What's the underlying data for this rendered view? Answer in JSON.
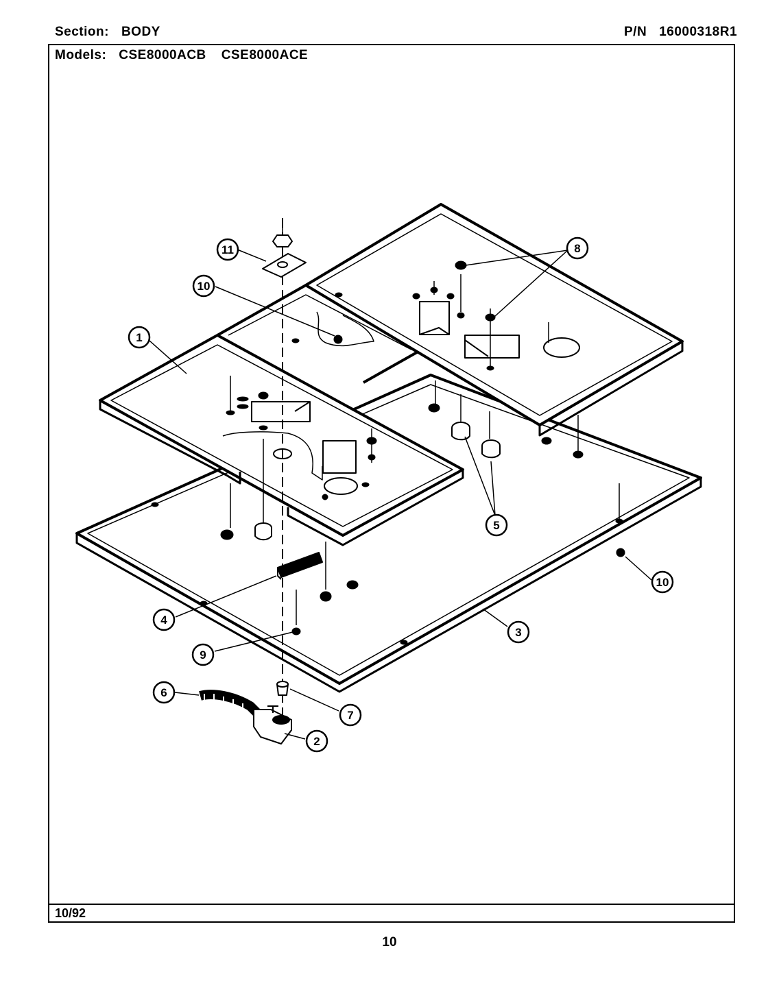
{
  "header": {
    "section_label": "Section:",
    "section_value": "BODY",
    "pn_label": "P/N",
    "pn_value": "16000318R1",
    "models_label": "Models:",
    "model_1": "CSE8000ACB",
    "model_2": "CSE8000ACE"
  },
  "footer": {
    "date": "10/92",
    "page_number": "10"
  },
  "callouts": [
    "11",
    "10",
    "8",
    "1",
    "5",
    "10",
    "4",
    "3",
    "9",
    "6",
    "7",
    "2"
  ],
  "colors": {
    "ink": "#000000",
    "paper": "#ffffff"
  }
}
